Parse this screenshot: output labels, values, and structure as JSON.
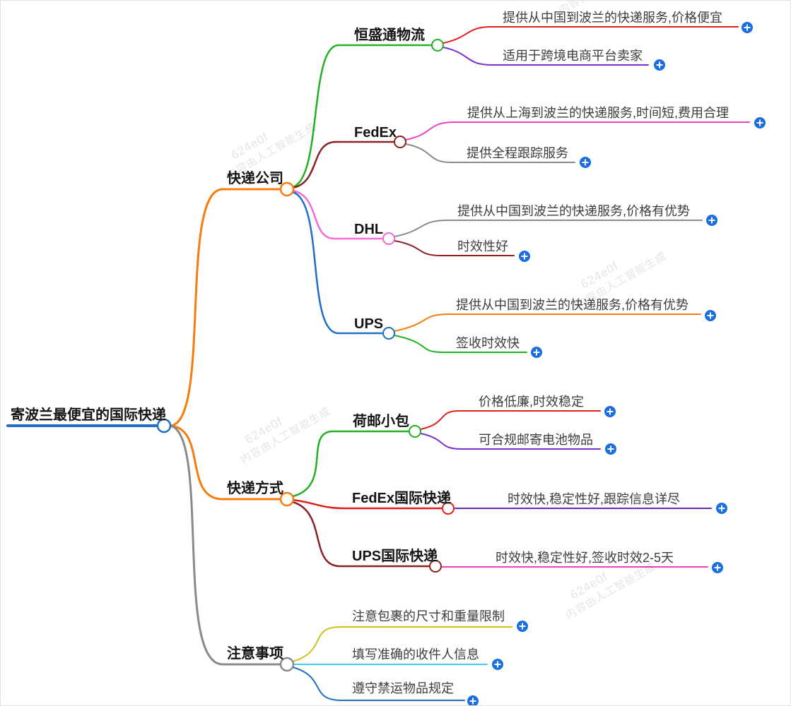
{
  "root": {
    "label": "寄波兰最便宜的国际快递",
    "color": "#1f6fc4"
  },
  "branches": [
    {
      "label": "快递公司",
      "color": "#f57c0d",
      "children": [
        {
          "label": "恒盛通物流",
          "color": "#22b122",
          "leaves": [
            {
              "text": "提供从中国到波兰的快递服务,价格便宜",
              "color": "#e01f1f"
            },
            {
              "text": "适用于跨境电商平台卖家",
              "color": "#7b2fcf"
            }
          ]
        },
        {
          "label": "FedEx",
          "color": "#8b2222",
          "leaves": [
            {
              "text": "提供从上海到波兰的快递服务,时间短,费用合理",
              "color": "#ee42c8"
            },
            {
              "text": "提供全程跟踪服务",
              "color": "#8a8a8a"
            }
          ]
        },
        {
          "label": "DHL",
          "color": "#f46ad8",
          "leaves": [
            {
              "text": "提供从中国到波兰的快递服务,价格有优势",
              "color": "#8a8a8a"
            },
            {
              "text": "时效性好",
              "color": "#8b2222"
            }
          ]
        },
        {
          "label": "UPS",
          "color": "#1f6fc4",
          "leaves": [
            {
              "text": "提供从中国到波兰的快递服务,价格有优势",
              "color": "#f57c0d"
            },
            {
              "text": "签收时效快",
              "color": "#22b122"
            }
          ]
        }
      ]
    },
    {
      "label": "快递方式",
      "color": "#f57c0d",
      "children": [
        {
          "label": "荷邮小包",
          "color": "#22b122",
          "leaves": [
            {
              "text": "价格低廉,时效稳定",
              "color": "#e01f1f"
            },
            {
              "text": "可合规邮寄电池物品",
              "color": "#7b2fcf"
            }
          ]
        },
        {
          "label": "FedEx国际快递",
          "color": "#e01f1f",
          "leaves": [
            {
              "text": "时效快,稳定性好,跟踪信息详尽",
              "color": "#6f2ac4"
            }
          ]
        },
        {
          "label": "UPS国际快递",
          "color": "#8b2222",
          "leaves": [
            {
              "text": "时效快,稳定性好,签收时效2-5天",
              "color": "#ef3fbe"
            }
          ]
        }
      ]
    },
    {
      "label": "注意事项",
      "color": "#8a8a8a",
      "children": [],
      "leaves": [
        {
          "text": "注意包裹的尺寸和重量限制",
          "color": "#cfc01d"
        },
        {
          "text": "填写准确的收件人信息",
          "color": "#3ecfed"
        },
        {
          "text": "遵守禁运物品规定",
          "color": "#1f6fc4"
        }
      ]
    }
  ],
  "watermark": {
    "line1": "624e0f",
    "line2": "内容由人工智能生成"
  },
  "ui": {
    "expand_button_color": "#1a6fe0",
    "icons": {
      "expand": "plus-in-circle"
    }
  }
}
